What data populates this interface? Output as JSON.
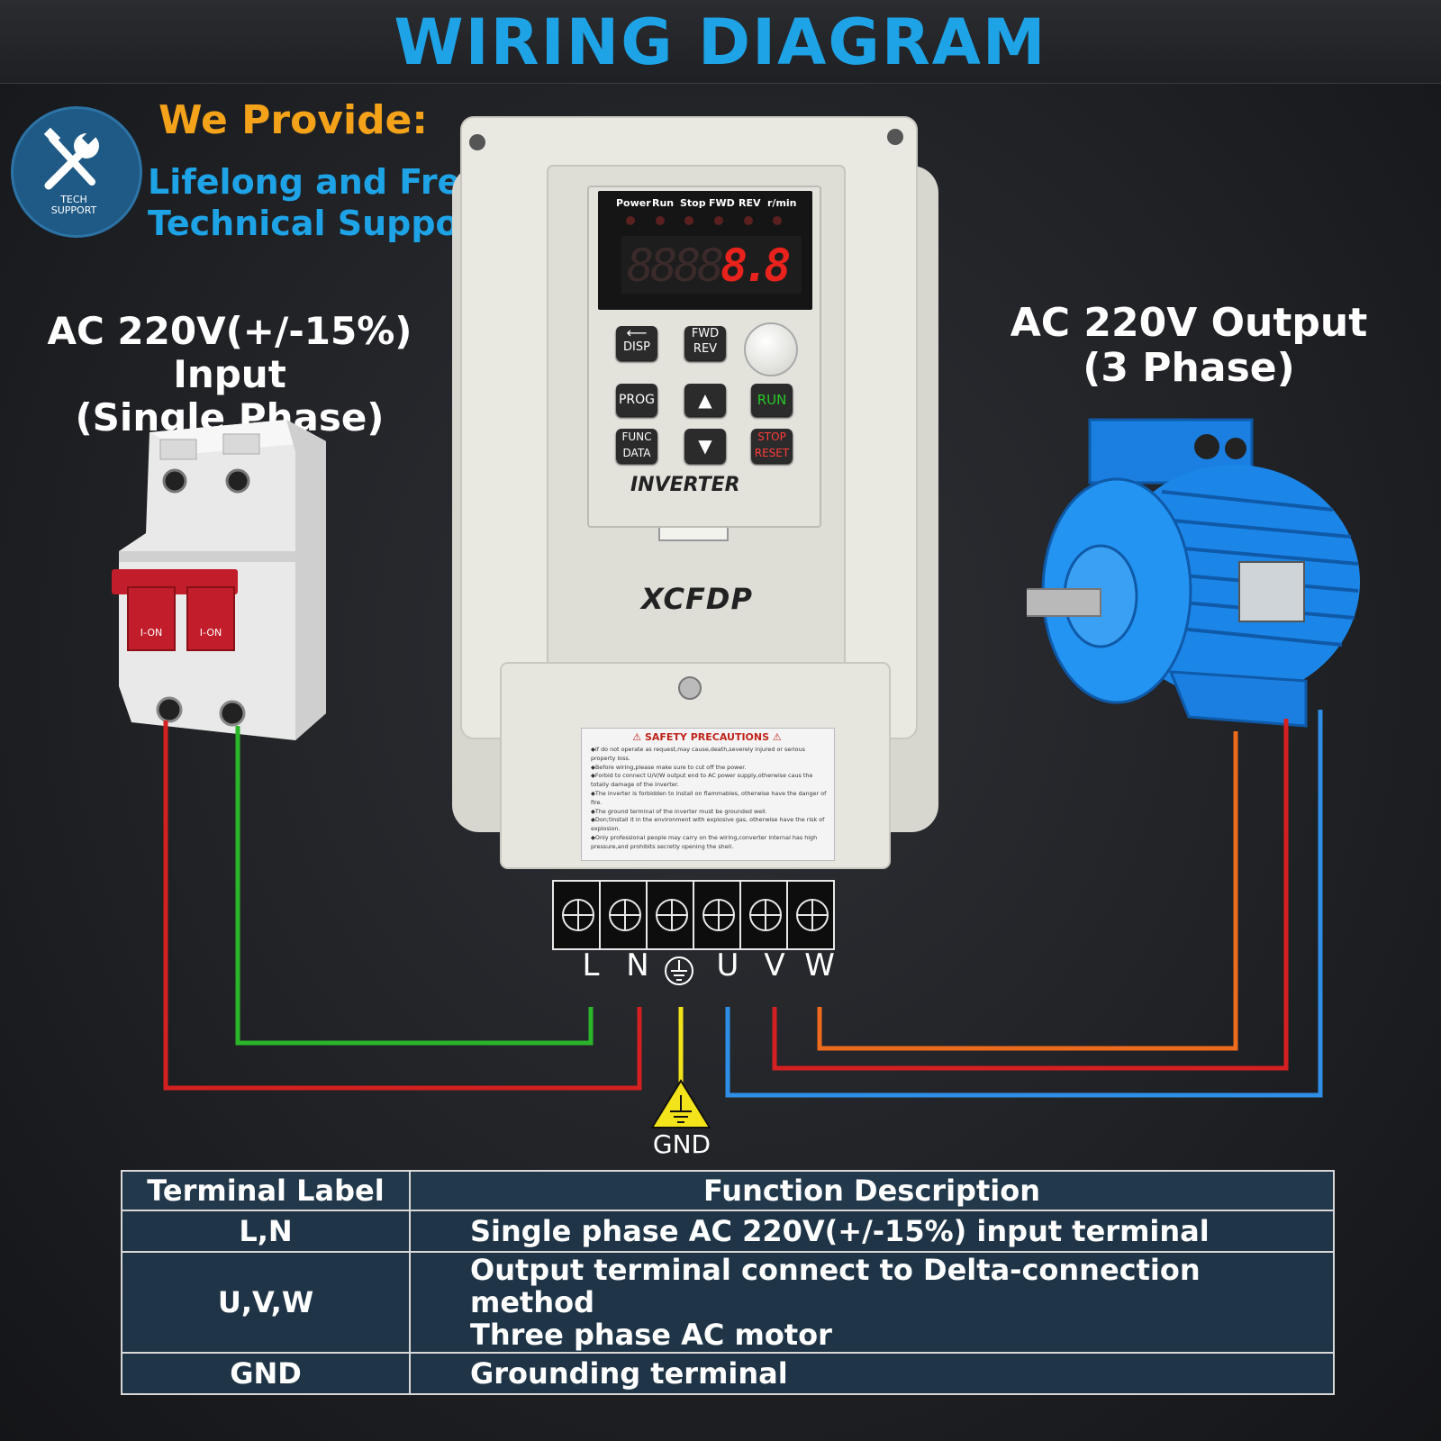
{
  "title": "WIRING DIAGRAM",
  "promo": {
    "badge_text": "TECH SUPPORT",
    "heading": "We Provide:",
    "line1": "Lifelong and Free",
    "line2": "Technical Support"
  },
  "input_heading": {
    "line1": "AC 220V(+/-15%) Input",
    "line2": "(Single Phase)"
  },
  "output_heading": {
    "line1": "AC 220V Output",
    "line2": "(3 Phase)"
  },
  "breaker": {
    "switch_label": "I-ON"
  },
  "inverter": {
    "brand": "XCFDP",
    "model_label": "INVERTER",
    "display_digits": "8888",
    "display_digits_red": "8.8",
    "indicators": [
      "Power",
      "Run",
      "Stop",
      "FWD",
      "REV",
      "r/min"
    ],
    "keys": {
      "disp": "DISP",
      "fwd": "FWD",
      "rev": "REV",
      "prog": "PROG",
      "run": "RUN",
      "func": "FUNC",
      "data": "DATA",
      "stop": "STOP",
      "reset": "RESET"
    },
    "safety": {
      "title": "SAFETY PRECAUTIONS",
      "lines": [
        "◆If do not operate as request,may cause,death,severely injured or serious property loss.",
        "◆Before wiring,please make sure to cut off the power.",
        "◆Forbid to connect U/V/W output end to AC power supply,otherwise caus the totally damage of the inverter.",
        "◆The inverter is forbidden to install on flammables, otherwise have the danger of fire.",
        "◆The ground terminal of the inverter must be grounded well.",
        "◆Don;tinstall it in the environment with explosive gas, otherwise have the risk of explosion.",
        "◆Only professional people may carry on the wiring,converter internal has high pressure,and prohibits secretly opening the shell."
      ]
    }
  },
  "terminals": {
    "L": "L",
    "N": "N",
    "U": "U",
    "V": "V",
    "W": "W",
    "gnd_label": "GND"
  },
  "wire_colors": {
    "L": "#d42020",
    "N": "#2bb52b",
    "ground": "#f2e31a",
    "U": "#2f8ee6",
    "V": "#d42020",
    "W": "#ee6a1c"
  },
  "table": {
    "headers": [
      "Terminal Label",
      "Function Description"
    ],
    "rows": [
      {
        "label": "L,N",
        "desc1": "Single phase AC 220V(+/-15%) input terminal",
        "desc2": ""
      },
      {
        "label": "U,V,W",
        "desc1": "Output terminal connect to Delta-connection method",
        "desc2": "Three phase AC motor"
      },
      {
        "label": "GND",
        "desc1": "Grounding terminal",
        "desc2": ""
      }
    ]
  }
}
